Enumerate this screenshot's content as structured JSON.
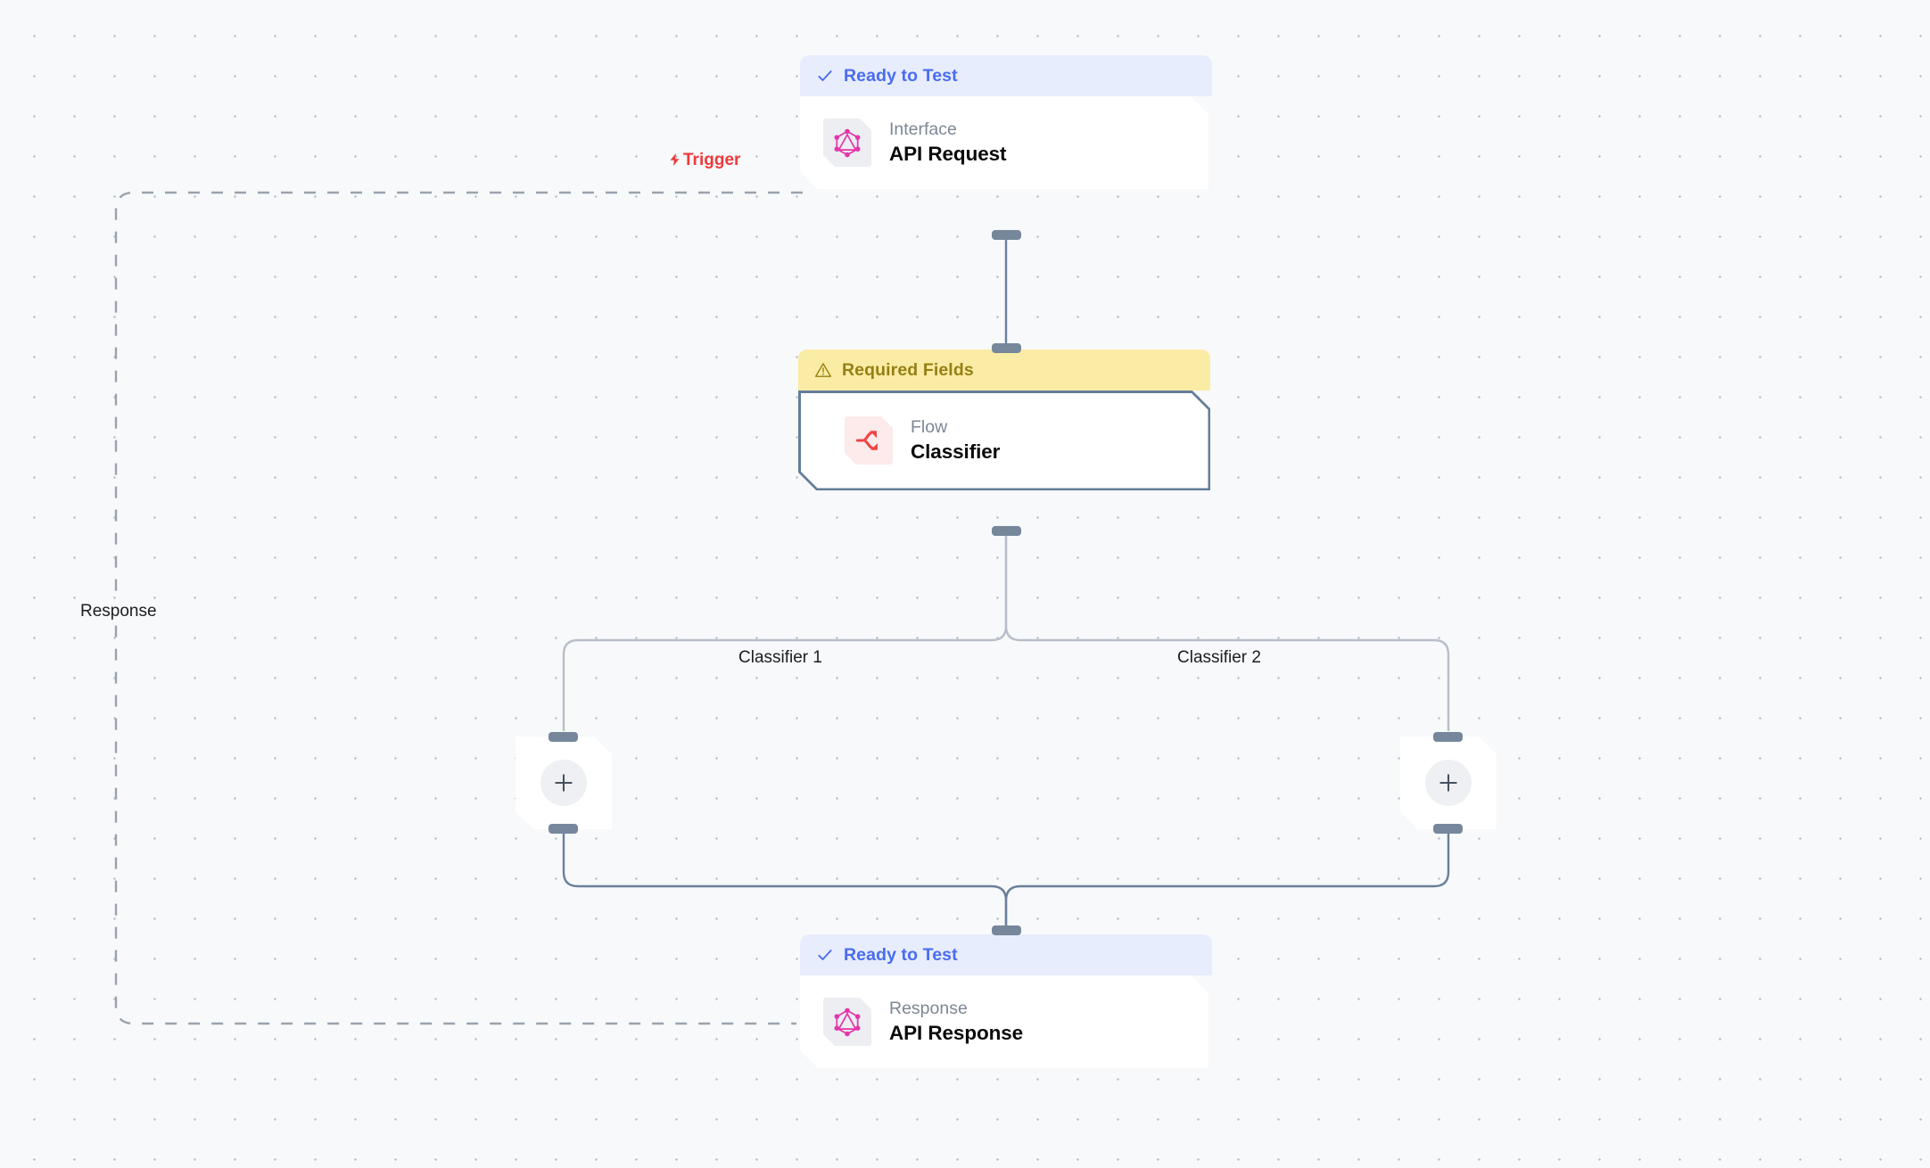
{
  "canvas": {
    "background_color": "#f7f9fb",
    "dot_color": "#c3c8d2",
    "grid_spacing": 45
  },
  "colors": {
    "ready_badge_bg": "#e7edfc",
    "ready_badge_text": "#4a6cf0",
    "warning_badge_bg": "#faeca4",
    "warning_badge_text": "#968015",
    "selected_border": "#647d99",
    "handle": "#76879c",
    "edge_solid": "#6b8099",
    "edge_branch": "#b8bfc7",
    "dashed_edge": "#9aa3ad",
    "trigger_red": "#f0393c",
    "graphql_pink": "#e535ab",
    "flow_red": "#ef4444"
  },
  "nodes": [
    {
      "id": "api-request",
      "badge": {
        "status": "ready",
        "label": "Ready to Test",
        "icon": "check-icon"
      },
      "icon": "graphql-icon",
      "kind": "Interface",
      "title": "API Request",
      "selected": false
    },
    {
      "id": "classifier",
      "badge": {
        "status": "warning",
        "label": "Required Fields",
        "icon": "warning-triangle-icon"
      },
      "icon": "flow-branch-icon",
      "kind": "Flow",
      "title": "Classifier",
      "selected": true
    },
    {
      "id": "api-response",
      "badge": {
        "status": "ready",
        "label": "Ready to Test",
        "icon": "check-icon"
      },
      "icon": "graphql-icon",
      "kind": "Response",
      "title": "API Response",
      "selected": false
    }
  ],
  "add_nodes": [
    {
      "id": "add-branch-1",
      "icon": "plus-icon"
    },
    {
      "id": "add-branch-2",
      "icon": "plus-icon"
    }
  ],
  "edge_labels": {
    "trigger": "Trigger",
    "trigger_icon": "lightning-bolt-icon",
    "response": "Response",
    "branch_1": "Classifier 1",
    "branch_2": "Classifier 2"
  }
}
